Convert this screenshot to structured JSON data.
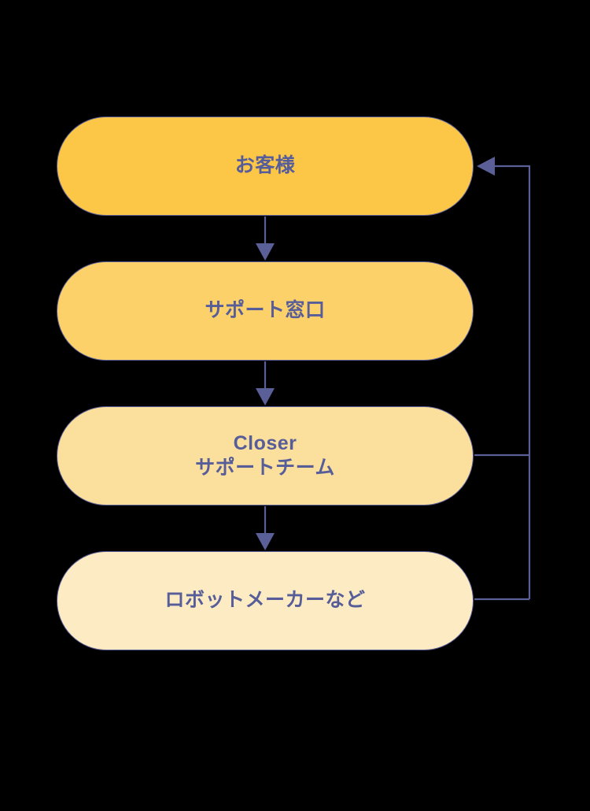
{
  "diagram": {
    "type": "flowchart",
    "orientation": "vertical",
    "background_color": "#000000",
    "edge_color": "#5b5f97",
    "text_color": "#575d99",
    "nodes": [
      {
        "id": "customer",
        "lines": [
          "お客様"
        ],
        "fill": "#fcc647",
        "border": "#5b5f97"
      },
      {
        "id": "support-desk",
        "lines": [
          "サポート窓口"
        ],
        "fill": "#fdd169",
        "border": "#5b5f97"
      },
      {
        "id": "closer-team",
        "lines": [
          "Closer",
          "サポートチーム"
        ],
        "fill": "#fbdf9c",
        "border": "#5b5f97"
      },
      {
        "id": "robot-makers",
        "lines": [
          "ロボットメーカーなど"
        ],
        "fill": "#fdecc3",
        "border": "#5b5f97"
      }
    ],
    "edges": [
      {
        "id": "customer-to-support-desk",
        "from": "customer",
        "to": "support-desk",
        "direction": "down",
        "arrowhead": true
      },
      {
        "id": "support-desk-to-closer-team",
        "from": "support-desk",
        "to": "closer-team",
        "direction": "down",
        "arrowhead": true
      },
      {
        "id": "closer-team-to-robot-makers",
        "from": "closer-team",
        "to": "robot-makers",
        "direction": "down",
        "arrowhead": true
      },
      {
        "id": "closer-team-return",
        "from": "closer-team",
        "to": "customer",
        "direction": "right-up-left",
        "arrowhead": true
      },
      {
        "id": "robot-makers-return",
        "from": "robot-makers",
        "to": "customer",
        "direction": "right-up-left",
        "arrowhead": true
      }
    ]
  }
}
